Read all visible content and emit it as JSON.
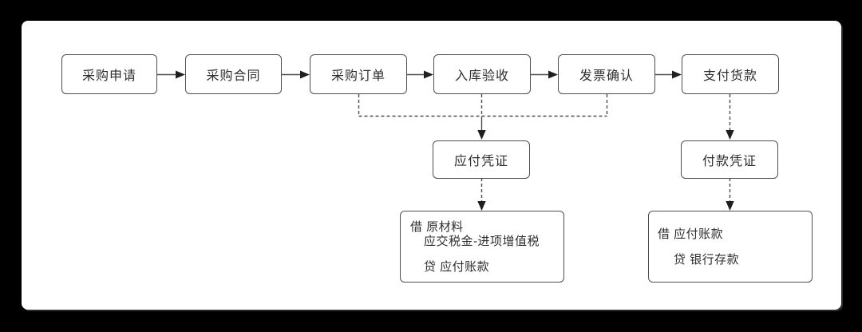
{
  "flow": {
    "steps": [
      {
        "label": "采购申请"
      },
      {
        "label": "采购合同"
      },
      {
        "label": "采购订单"
      },
      {
        "label": "入库验收"
      },
      {
        "label": "发票确认"
      },
      {
        "label": "支付货款"
      }
    ],
    "vouchers": [
      {
        "label": "应付凭证"
      },
      {
        "label": "付款凭证"
      }
    ],
    "journal_entries": [
      {
        "debit_line1": "借 原材料",
        "debit_line2": "应交税金-进项增值税",
        "credit_line": "贷 应付账款"
      },
      {
        "debit_line1": "借 应付账款",
        "credit_line": "贷 银行存款"
      }
    ]
  },
  "colors": {
    "background": "#000000",
    "panel": "#ffffff",
    "line": "#4d4d4d",
    "arrowhead": "#1f1f1f",
    "text": "#2e2e2e"
  }
}
